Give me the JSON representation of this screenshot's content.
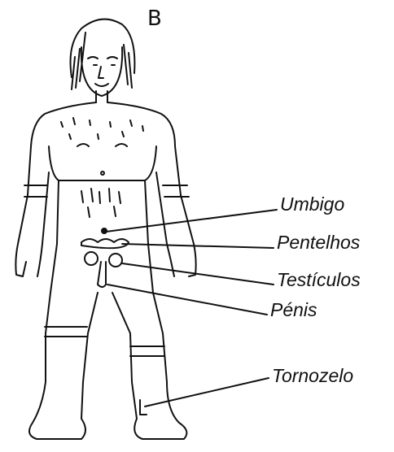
{
  "figure": {
    "letter": "B",
    "labels": {
      "umbigo": "Umbigo",
      "pentelhos": "Pentelhos",
      "testiculos": "Testículos",
      "penis": "Pénis",
      "tornozelo": "Tornozelo"
    }
  },
  "colors": {
    "ink": "#111111",
    "background": "#ffffff"
  }
}
